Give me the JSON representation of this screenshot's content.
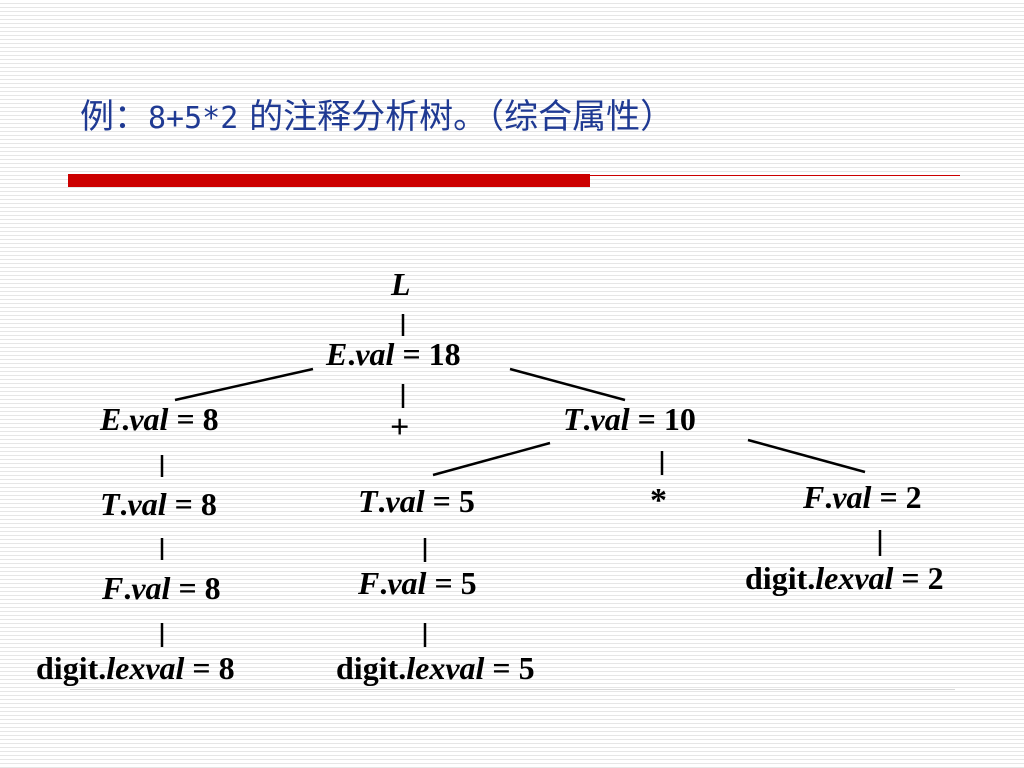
{
  "title": {
    "prefix": "例：",
    "expr": "8+5*2",
    "suffix": " 的注释分析树。（综合属性）"
  },
  "tree": {
    "root_L": {
      "sym": "L"
    },
    "E_root": {
      "sym": "E",
      "dot": ".",
      "attr": "val",
      "rest": " = 18"
    },
    "E_left": {
      "sym": "E",
      "dot": ".",
      "attr": "val",
      "rest": " = 8"
    },
    "plus": "+",
    "T_right": {
      "sym": "T",
      "dot": ".",
      "attr": "val",
      "rest": " = 10"
    },
    "T_left": {
      "sym": "T",
      "dot": ".",
      "attr": "val",
      "rest": " = 8"
    },
    "T_mid": {
      "sym": "T",
      "dot": ".",
      "attr": "val",
      "rest": " = 5"
    },
    "star": "*",
    "F_right": {
      "sym": "F",
      "dot": ".",
      "attr": "val",
      "rest": " = 2"
    },
    "F_left": {
      "sym": "F",
      "dot": ".",
      "attr": "val",
      "rest": " = 8"
    },
    "F_mid": {
      "sym": "F",
      "dot": ".",
      "attr": "val",
      "rest": " = 5"
    },
    "digit_right": {
      "name": "digit.",
      "attr": "lexval",
      "rest": " = 2"
    },
    "digit_left": {
      "name": "digit.",
      "attr": "lexval",
      "rest": " = 8"
    },
    "digit_mid": {
      "name": "digit.",
      "attr": "lexval",
      "rest": " = 5"
    }
  }
}
